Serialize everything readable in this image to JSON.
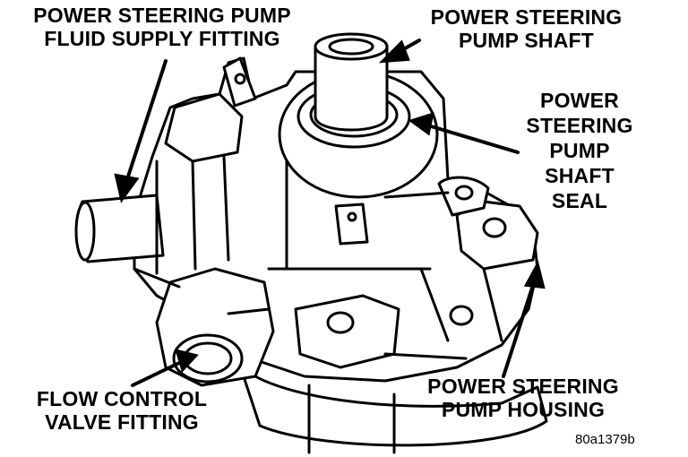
{
  "labels": {
    "fluid_supply_fitting": {
      "line1": "POWER STEERING PUMP",
      "line2": "FLUID SUPPLY FITTING"
    },
    "pump_shaft": {
      "line1": "POWER STEERING",
      "line2": "PUMP SHAFT"
    },
    "shaft_seal": {
      "line1": "POWER",
      "line2": "STEERING",
      "line3": "PUMP",
      "line4": "SHAFT",
      "line5": "SEAL"
    },
    "flow_control_fitting": {
      "line1": "FLOW CONTROL",
      "line2": "VALVE FITTING"
    },
    "pump_housing": {
      "line1": "POWER STEERING",
      "line2": "PUMP HOUSING"
    }
  },
  "figure_code": "80a1379b",
  "colors": {
    "ink": "#000000",
    "paper": "#ffffff"
  }
}
